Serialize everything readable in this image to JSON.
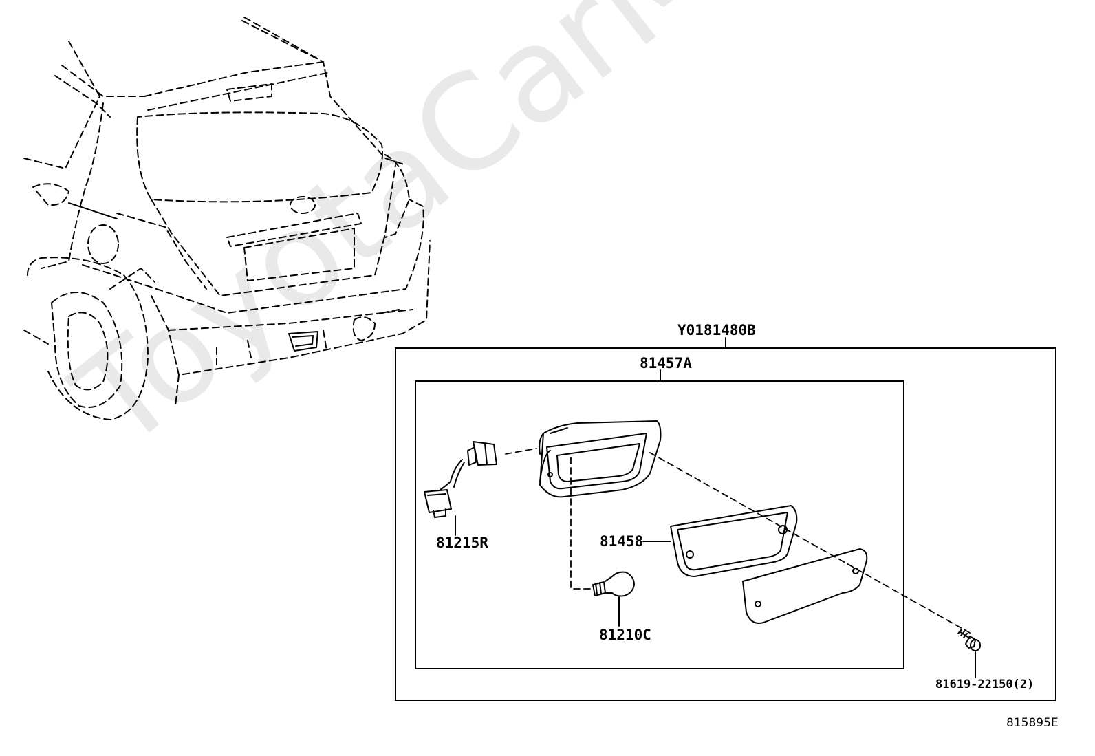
{
  "watermark": "ToyotaCarMine.ru",
  "labels": {
    "assembly": "Y0181480B",
    "lamp_assy": "81457A",
    "socket": "81215R",
    "gasket": "81458",
    "bulb": "81210C",
    "screw": "81619-22150(2)",
    "diagram_ref": "815895E"
  }
}
